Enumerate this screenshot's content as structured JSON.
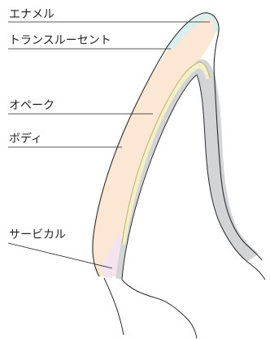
{
  "labels": {
    "enamel": "エナメル",
    "translucent": "トランスルーセント",
    "opaque": "オペーク",
    "body": "ボディ",
    "cervical": "サービカル"
  },
  "colors": {
    "enamel_layer": "#dcefee",
    "body_layer": "#fbe7d3",
    "cervical_layer": "#f4e4f0",
    "opaque_layer": "#f3efc8",
    "opaque_line": "#b9b46a",
    "core_gray": "#d3d4d5",
    "outline": "#2b2b2b",
    "label_text": "#222222"
  }
}
